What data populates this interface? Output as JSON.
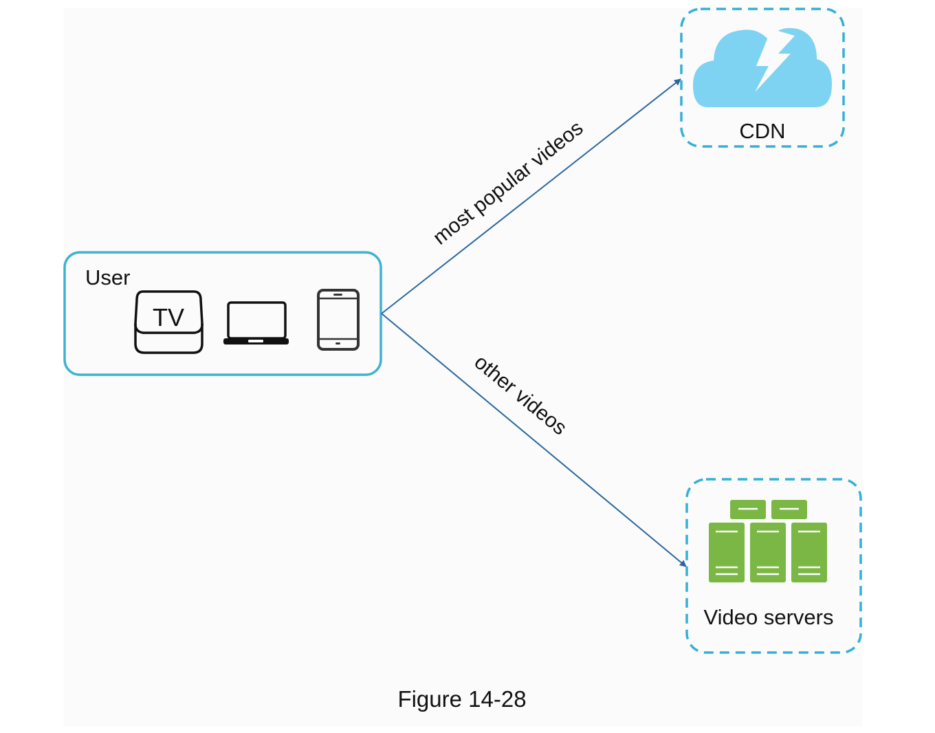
{
  "colors": {
    "box_border": "#3fb1d2",
    "dashed_border": "#35b0d6",
    "arrow": "#2b66a0",
    "cloud": "#7dd3f1",
    "server": "#7ab744",
    "text": "#111111",
    "panel": "#fbfbfb"
  },
  "user": {
    "label": "User",
    "devices": [
      {
        "icon": "tv-icon",
        "text": "TV"
      },
      {
        "icon": "laptop-icon",
        "text": ""
      },
      {
        "icon": "phone-icon",
        "text": ""
      }
    ]
  },
  "cdn": {
    "label": "CDN",
    "icon": "cloud-lightning-icon"
  },
  "video_servers": {
    "label": "Video servers",
    "icon": "servers-icon"
  },
  "edges": [
    {
      "from": "User",
      "to": "CDN",
      "label": "most popular videos"
    },
    {
      "from": "User",
      "to": "Video servers",
      "label": "other videos"
    }
  ],
  "caption": "Figure 14-28"
}
